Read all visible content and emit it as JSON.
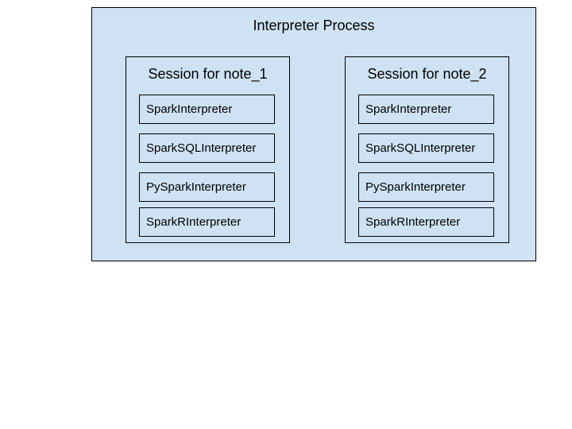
{
  "process": {
    "title": "Interpreter Process",
    "fill_color": "#cfe2f3",
    "border_color": "#000000"
  },
  "sessions": [
    {
      "title": "Session for note_1",
      "interpreters": [
        "SparkInterpreter",
        "SparkSQLInterpreter",
        "PySparkInterpreter",
        "SparkRInterpreter"
      ]
    },
    {
      "title": "Session for note_2",
      "interpreters": [
        "SparkInterpreter",
        "SparkSQLInterpreter",
        "PySparkInterpreter",
        "SparkRInterpreter"
      ]
    }
  ]
}
